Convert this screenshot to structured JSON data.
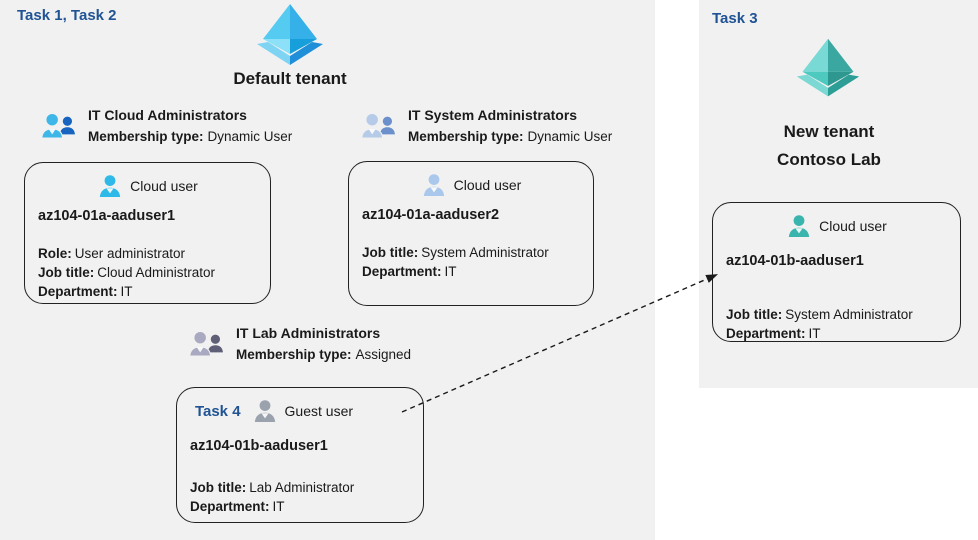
{
  "left_panel": {
    "task_label": "Task 1, Task 2",
    "tenant_name": "Default tenant"
  },
  "right_panel": {
    "task_label": "Task 3",
    "tenant_name_line1": "New tenant",
    "tenant_name_line2": "Contoso Lab"
  },
  "groups": [
    {
      "title": "IT Cloud Administrators",
      "membership_label": "Membership type:",
      "membership_value": "Dynamic User"
    },
    {
      "title": "IT System Administrators",
      "membership_label": "Membership type:",
      "membership_value": "Dynamic User"
    },
    {
      "title": "IT Lab Administrators",
      "membership_label": "Membership type:",
      "membership_value": "Assigned"
    }
  ],
  "cards": [
    {
      "header_label": "Cloud user",
      "name": "az104-01a-aaduser1",
      "fields": [
        {
          "label": "Role:",
          "value": "User administrator"
        },
        {
          "label": "Job title:",
          "value": "Cloud Administrator"
        },
        {
          "label": "Department:",
          "value": "IT"
        }
      ]
    },
    {
      "header_label": "Cloud user",
      "name": "az104-01a-aaduser2",
      "fields": [
        {
          "label": "Job title:",
          "value": "System Administrator"
        },
        {
          "label": "Department:",
          "value": "IT"
        }
      ]
    },
    {
      "task_label": "Task 4",
      "header_label": "Guest user",
      "name": "az104-01b-aaduser1",
      "fields": [
        {
          "label": "Job title:",
          "value": "Lab Administrator"
        },
        {
          "label": "Department:",
          "value": "IT"
        }
      ]
    },
    {
      "header_label": "Cloud user",
      "name": "az104-01b-aaduser1",
      "fields": [
        {
          "label": "Job title:",
          "value": "System Administrator"
        },
        {
          "label": "Department:",
          "value": "IT"
        }
      ]
    }
  ],
  "icons": {
    "tenant_default": "azure-tenant-icon",
    "tenant_new": "azure-tenant-icon",
    "group": "user-group-icon",
    "cloud_user": "cloud-user-icon",
    "guest_user": "guest-user-icon"
  },
  "colors": {
    "panel_bg": "#f1f1f1",
    "task_label": "#1f5394",
    "text": "#1a1a1a",
    "card_border": "#222222",
    "arrow": "#1a1a1a",
    "notch": "#ffffff",
    "tenant_blue": {
      "face_tl": "#55cbf1",
      "face_tr": "#35b0e8",
      "face_bl": "#8ce1f9",
      "face_br": "#179fdb",
      "base_l": "#7fd4f4",
      "base_r": "#1e8fd8"
    },
    "tenant_teal": {
      "face_tl": "#79d9d5",
      "face_tr": "#3aa8a1",
      "face_bl": "#4ec9c0",
      "face_br": "#2e9790",
      "base_l": "#7cd8d2",
      "base_r": "#2c9e96"
    },
    "group_cloud": {
      "front": "#3eb7e8",
      "back": "#1664c0"
    },
    "group_system": {
      "front": "#b5cbe8",
      "back": "#6b90cb"
    },
    "group_lab": {
      "front": "#a9a9c1",
      "back": "#5f5f78"
    },
    "user_icons": [
      "#2fb9e8",
      "#aac8ec",
      "#9aa2ae",
      "#3ab5ae"
    ]
  }
}
